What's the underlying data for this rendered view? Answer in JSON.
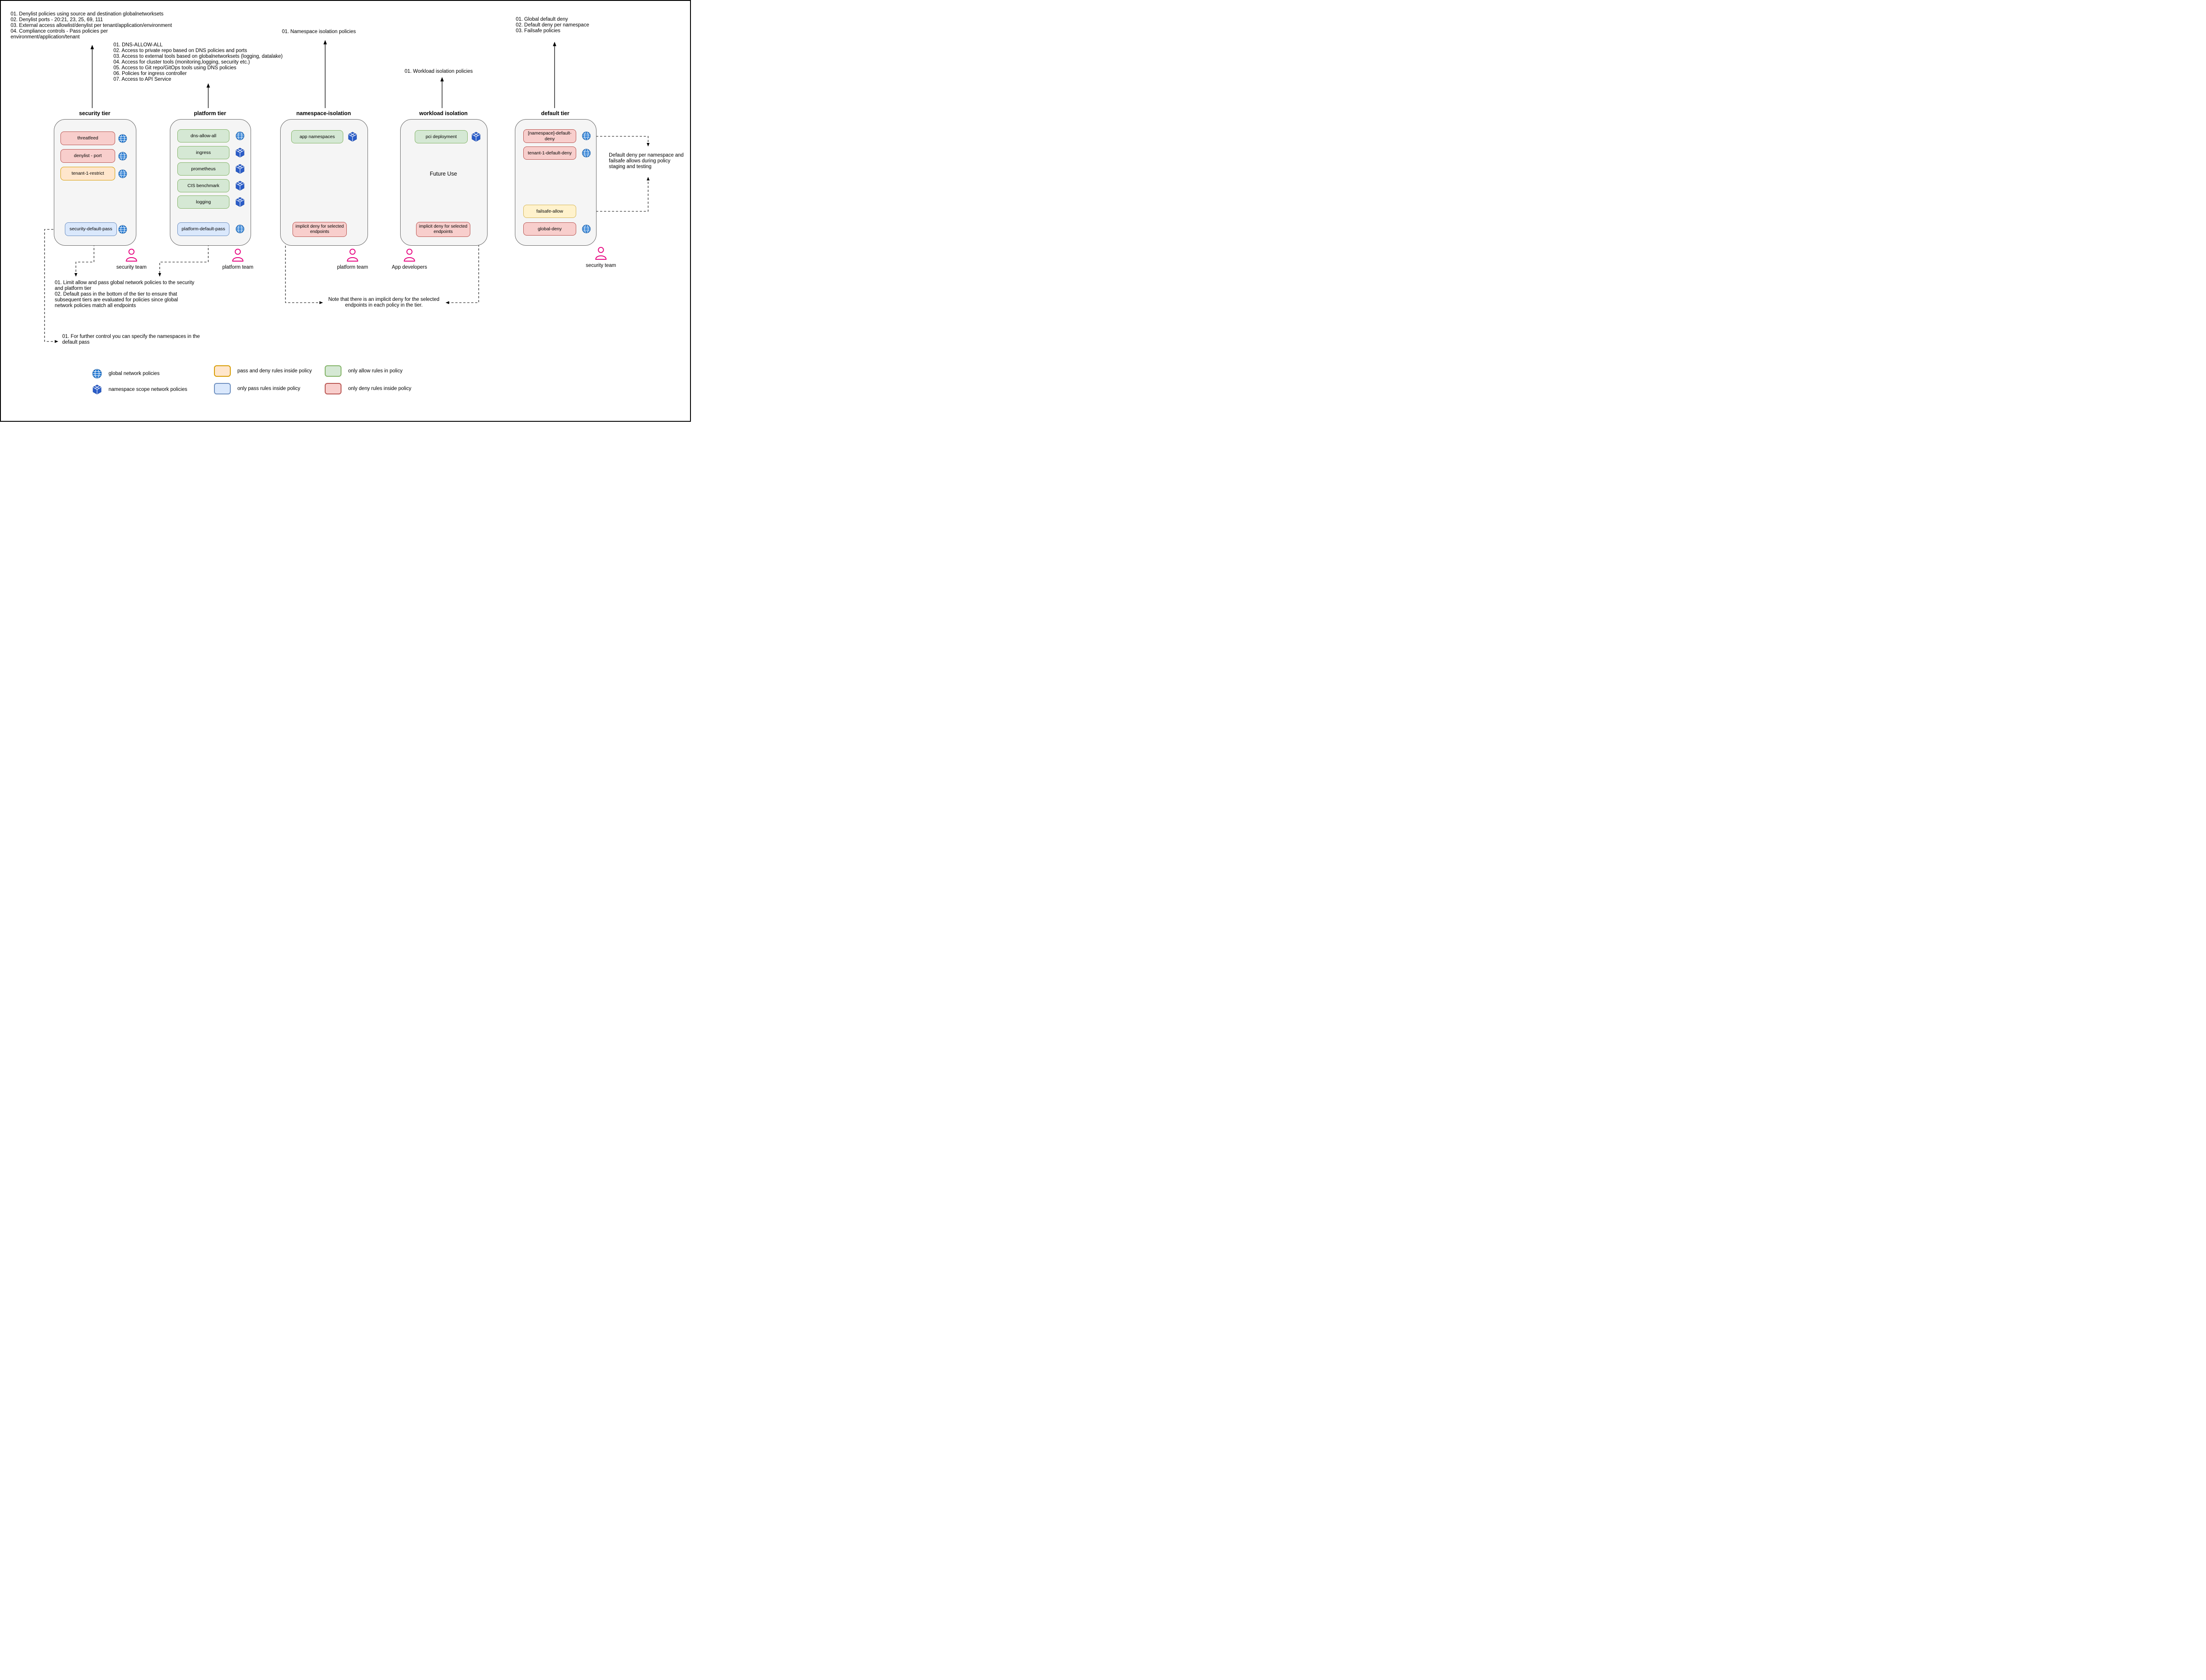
{
  "colors": {
    "deny_fill": "#f8cecc",
    "deny_border": "#b85450",
    "allow_fill": "#d5e8d4",
    "allow_border": "#82b366",
    "pass_fill": "#dae8fc",
    "pass_border": "#6c8ebf",
    "pass_deny_fill": "#ffe6cc",
    "pass_deny_border": "#d79b00",
    "failsafe_fill": "#fff2cc",
    "failsafe_border": "#d6b656",
    "tier_fill": "#f5f5f5",
    "tier_border": "#666666",
    "globe_icon_blue": "#1b74d1",
    "namespace_icon_blue": "#2a5cc8",
    "person_pink": "#e6007e"
  },
  "annotations": {
    "security_tier_notes": "01. Denylist policies using source and destination globalnetworksets\n02. Denylist ports - 20:21, 23, 25, 69, 111\n03. External access allowlist/denylist per tenant/application/environment\n04. Compliance controls - Pass policies per\nenvironment/application/tenant",
    "platform_tier_notes": "01. DNS-ALLOW-ALL\n02. Access to private repo based on DNS policies and ports\n03. Access to external tools based on globalnetworksets (logging, datalake)\n04. Access for cluster tools (monitoring,logging, security etc.)\n05. Access to Git repo/GitOps tools using DNS policies\n06. Policies for ingress controller\n07. Access to API Service",
    "namespace_isolation_note": "01. Namespace isolation policies",
    "workload_isolation_note": "01. Workload isolation policies",
    "default_tier_notes": "01. Global default deny\n02. Default deny per namespace\n03. Failsafe policies",
    "limit_allow_note": "01. Limit allow and pass global network policies to the security\nand platform tier\n02. Default pass in the bottom of the tier to ensure that\nsubsequent tiers are evaluated for policies since global\nnetwork policies match all endpoints",
    "further_control_note": "01. For further control you can specify the namespaces in the\ndefault pass",
    "implicit_deny_note": "Note that there is an implicit deny for the selected\nendpoints in each policy in the tier.",
    "default_deny_note": "Default deny per namespace and\nfailsafe allows during policy\nstaging and testing",
    "future_use": "Future Use"
  },
  "tiers": [
    {
      "label": "security tier",
      "policies": [
        {
          "name": "threatfeed",
          "rule_type": "deny",
          "scope": "global"
        },
        {
          "name": "denylist - port",
          "rule_type": "deny",
          "scope": "global"
        },
        {
          "name": "tenant-1-restrict",
          "rule_type": "pass-and-deny",
          "scope": "global"
        },
        {
          "name": "security-default-pass",
          "rule_type": "pass",
          "scope": "global"
        }
      ]
    },
    {
      "label": "platform tier",
      "policies": [
        {
          "name": "dns-allow-all",
          "rule_type": "allow",
          "scope": "global"
        },
        {
          "name": "ingress",
          "rule_type": "allow",
          "scope": "namespace"
        },
        {
          "name": "prometheus",
          "rule_type": "allow",
          "scope": "namespace"
        },
        {
          "name": "CIS benchmark",
          "rule_type": "allow",
          "scope": "namespace"
        },
        {
          "name": "logging",
          "rule_type": "allow",
          "scope": "namespace"
        },
        {
          "name": "platform-default-pass",
          "rule_type": "pass",
          "scope": "global"
        }
      ]
    },
    {
      "label": "namespace-isolation",
      "policies": [
        {
          "name": "app namespaces",
          "rule_type": "allow",
          "scope": "namespace"
        },
        {
          "name": "implicit deny for selected endpoints",
          "rule_type": "deny",
          "scope": ""
        }
      ]
    },
    {
      "label": "workload isolation",
      "policies": [
        {
          "name": "pci deployment",
          "rule_type": "allow",
          "scope": "namespace"
        },
        {
          "name": "implicit deny for selected endpoints",
          "rule_type": "deny",
          "scope": ""
        }
      ]
    },
    {
      "label": "default tier",
      "policies": [
        {
          "name": "[namespace]-default-deny",
          "rule_type": "deny",
          "scope": "global"
        },
        {
          "name": "tenant-1-default-deny",
          "rule_type": "deny",
          "scope": "global"
        },
        {
          "name": "failsafe-allow",
          "rule_type": "failsafe",
          "scope": ""
        },
        {
          "name": "global-deny",
          "rule_type": "deny",
          "scope": "global"
        }
      ]
    }
  ],
  "teams": [
    {
      "label": "security team"
    },
    {
      "label": "platform team"
    },
    {
      "label": "platform team"
    },
    {
      "label": "App developers"
    },
    {
      "label": "security team"
    }
  ],
  "legend": [
    {
      "icon": "globe-icon",
      "label": "global network policies"
    },
    {
      "icon": "namespace-icon",
      "label": "namespace scope network policies"
    },
    {
      "swatch": "pass-and-deny",
      "label": "pass and deny rules inside policy"
    },
    {
      "swatch": "pass",
      "label": "only pass rules inside policy"
    },
    {
      "swatch": "allow",
      "label": "only allow rules in policy"
    },
    {
      "swatch": "deny",
      "label": "only deny rules inside policy"
    }
  ]
}
